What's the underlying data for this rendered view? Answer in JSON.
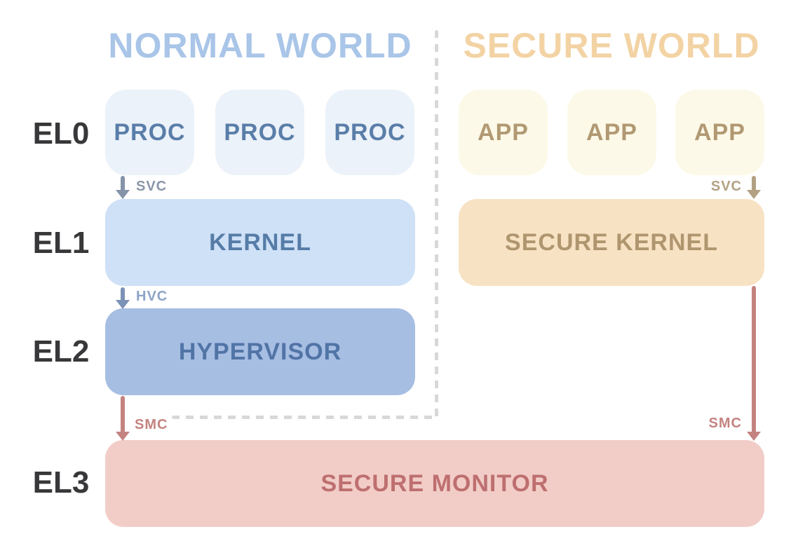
{
  "titles": {
    "normal": "NORMAL WORLD",
    "secure": "SECURE WORLD"
  },
  "levels": {
    "el0": "EL0",
    "el1": "EL1",
    "el2": "EL2",
    "el3": "EL3"
  },
  "normal_world": {
    "el0_boxes": [
      "PROC",
      "PROC",
      "PROC"
    ],
    "el1_box": "KERNEL",
    "el2_box": "HYPERVISOR"
  },
  "secure_world": {
    "el0_boxes": [
      "APP",
      "APP",
      "APP"
    ],
    "el1_box": "SECURE KERNEL"
  },
  "el3_box": "SECURE MONITOR",
  "arrows": {
    "svc_left": "SVC",
    "hvc_left": "HVC",
    "smc_left": "SMC",
    "svc_right": "SVC",
    "smc_right": "SMC"
  },
  "colors": {
    "normal_title": "#A9C5E8",
    "secure_title": "#F3D3A4",
    "proc_bg": "#EBF2F9",
    "proc_text": "#5A7EA9",
    "app_bg": "#FDF9E8",
    "app_text": "#B19973",
    "kernel_bg": "#CFE1F7",
    "kernel_text": "#567CA7",
    "secure_kernel_bg": "#F8E2C4",
    "secure_kernel_text": "#AF966F",
    "hypervisor_bg": "#A7BEE3",
    "hypervisor_text": "#5174A6",
    "monitor_bg": "#F2CDC8",
    "monitor_text": "#BE6F6F",
    "el_label_text": "#38383A",
    "svc_arrow_gray": "#8493A8",
    "hvc_arrow_slate": "#7C92B6",
    "smc_arrow_rose": "#C48380",
    "svc_arrow_tan": "#B3A183",
    "divider_gray": "#D8D8D8"
  }
}
